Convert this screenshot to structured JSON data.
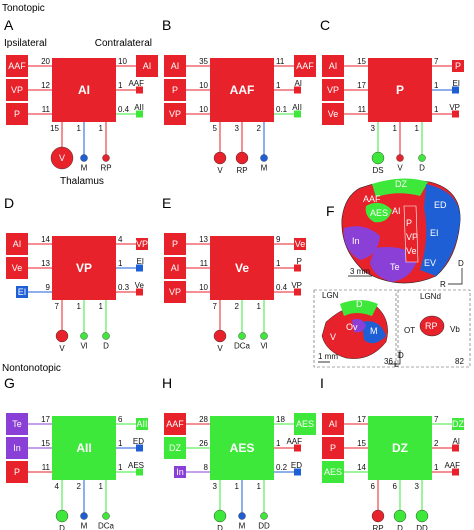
{
  "sections": {
    "tonotopic": "Tonotopic",
    "nontonotopic": "Nontonotopic"
  },
  "colors": {
    "red": "#e8222a",
    "green": "#3ee83a",
    "blue": "#1f5fd6",
    "purple": "#8a3fd6",
    "line": "#e8222a"
  },
  "panel_labels": {
    "A": "A",
    "B": "B",
    "C": "C",
    "D": "D",
    "E": "E",
    "F": "F",
    "G": "G",
    "H": "H",
    "I": "I"
  },
  "panelA_extra": {
    "ipsilateral": "Ipsilateral",
    "contralateral": "Contralateral",
    "thalamus": "Thalamus"
  },
  "panels": {
    "A": {
      "main": "AI",
      "main_color": "red",
      "left": [
        {
          "label": "AAF",
          "value": "20",
          "color": "red"
        },
        {
          "label": "VP",
          "value": "12",
          "color": "red"
        },
        {
          "label": "P",
          "value": "11",
          "color": "red"
        }
      ],
      "right": [
        {
          "label": "AI",
          "value": "10",
          "color": "red"
        },
        {
          "label": "AAF",
          "value": "1",
          "color": "red"
        },
        {
          "label": "AII",
          "value": "0.4",
          "color": "green"
        }
      ],
      "bottom": [
        {
          "label": "V",
          "value": "15",
          "color": "red"
        },
        {
          "label": "M",
          "value": "1",
          "color": "blue"
        },
        {
          "label": "RP",
          "value": "1",
          "color": "red"
        }
      ]
    },
    "B": {
      "main": "AAF",
      "main_color": "red",
      "left": [
        {
          "label": "AI",
          "value": "35",
          "color": "red"
        },
        {
          "label": "P",
          "value": "10",
          "color": "red"
        },
        {
          "label": "VP",
          "value": "10",
          "color": "red"
        }
      ],
      "right": [
        {
          "label": "AAF",
          "value": "11",
          "color": "red"
        },
        {
          "label": "AI",
          "value": "1",
          "color": "red"
        },
        {
          "label": "AII",
          "value": "0.1",
          "color": "green"
        }
      ],
      "bottom": [
        {
          "label": "V",
          "value": "5",
          "color": "red"
        },
        {
          "label": "RP",
          "value": "3",
          "color": "red"
        },
        {
          "label": "M",
          "value": "2",
          "color": "blue"
        }
      ]
    },
    "C": {
      "main": "P",
      "main_color": "red",
      "left": [
        {
          "label": "AI",
          "value": "15",
          "color": "red"
        },
        {
          "label": "VP",
          "value": "17",
          "color": "red"
        },
        {
          "label": "Ve",
          "value": "11",
          "color": "red"
        }
      ],
      "right": [
        {
          "label": "P",
          "value": "7",
          "color": "red"
        },
        {
          "label": "EI",
          "value": "1",
          "color": "blue"
        },
        {
          "label": "VP",
          "value": "1",
          "color": "red"
        }
      ],
      "bottom": [
        {
          "label": "DS",
          "value": "3",
          "color": "green"
        },
        {
          "label": "V",
          "value": "1",
          "color": "red"
        },
        {
          "label": "D",
          "value": "1",
          "color": "green"
        }
      ]
    },
    "D": {
      "main": "VP",
      "main_color": "red",
      "left": [
        {
          "label": "AI",
          "value": "14",
          "color": "red"
        },
        {
          "label": "Ve",
          "value": "13",
          "color": "red"
        },
        {
          "label": "EI",
          "value": "9",
          "color": "blue"
        }
      ],
      "right": [
        {
          "label": "VP",
          "value": "4",
          "color": "red"
        },
        {
          "label": "EI",
          "value": "1",
          "color": "blue"
        },
        {
          "label": "Ve",
          "value": "0.3",
          "color": "red"
        }
      ],
      "bottom": [
        {
          "label": "V",
          "value": "7",
          "color": "red"
        },
        {
          "label": "Vl",
          "value": "1",
          "color": "green"
        },
        {
          "label": "D",
          "value": "1",
          "color": "green"
        }
      ]
    },
    "E": {
      "main": "Ve",
      "main_color": "red",
      "left": [
        {
          "label": "P",
          "value": "13",
          "color": "red"
        },
        {
          "label": "AI",
          "value": "11",
          "color": "red"
        },
        {
          "label": "VP",
          "value": "10",
          "color": "red"
        }
      ],
      "right": [
        {
          "label": "Ve",
          "value": "9",
          "color": "red"
        },
        {
          "label": "P",
          "value": "1",
          "color": "red"
        },
        {
          "label": "VP",
          "value": "0.4",
          "color": "red"
        }
      ],
      "bottom": [
        {
          "label": "V",
          "value": "7",
          "color": "red"
        },
        {
          "label": "DCa",
          "value": "2",
          "color": "green"
        },
        {
          "label": "Vl",
          "value": "1",
          "color": "green"
        }
      ]
    },
    "G": {
      "main": "AII",
      "main_color": "green",
      "left": [
        {
          "label": "Te",
          "value": "17",
          "color": "purple"
        },
        {
          "label": "In",
          "value": "15",
          "color": "purple"
        },
        {
          "label": "P",
          "value": "11",
          "color": "red"
        }
      ],
      "right": [
        {
          "label": "AII",
          "value": "6",
          "color": "green"
        },
        {
          "label": "ED",
          "value": "1",
          "color": "blue"
        },
        {
          "label": "AES",
          "value": "1",
          "color": "green"
        }
      ],
      "bottom": [
        {
          "label": "D",
          "value": "4",
          "color": "green"
        },
        {
          "label": "M",
          "value": "2",
          "color": "blue"
        },
        {
          "label": "DCa",
          "value": "1",
          "color": "green"
        }
      ]
    },
    "H": {
      "main": "AES",
      "main_color": "green",
      "left": [
        {
          "label": "AAF",
          "value": "28",
          "color": "red"
        },
        {
          "label": "DZ",
          "value": "26",
          "color": "green"
        },
        {
          "label": "In",
          "value": "8",
          "color": "purple"
        }
      ],
      "right": [
        {
          "label": "AES",
          "value": "18",
          "color": "green"
        },
        {
          "label": "AAF",
          "value": "1",
          "color": "red"
        },
        {
          "label": "ED",
          "value": "0.2",
          "color": "blue"
        }
      ],
      "bottom": [
        {
          "label": "D",
          "value": "3",
          "color": "green"
        },
        {
          "label": "M",
          "value": "1",
          "color": "blue"
        },
        {
          "label": "DD",
          "value": "1",
          "color": "green"
        }
      ]
    },
    "I": {
      "main": "DZ",
      "main_color": "green",
      "left": [
        {
          "label": "AI",
          "value": "17",
          "color": "red"
        },
        {
          "label": "P",
          "value": "15",
          "color": "red"
        },
        {
          "label": "AES",
          "value": "14",
          "color": "green"
        }
      ],
      "right": [
        {
          "label": "DZ",
          "value": "7",
          "color": "green"
        },
        {
          "label": "AI",
          "value": "2",
          "color": "red"
        },
        {
          "label": "AAF",
          "value": "1",
          "color": "red"
        }
      ],
      "bottom": [
        {
          "label": "RP",
          "value": "6",
          "color": "red"
        },
        {
          "label": "D",
          "value": "6",
          "color": "green"
        },
        {
          "label": "DD",
          "value": "3",
          "color": "green"
        }
      ]
    }
  },
  "panelF": {
    "cortex_areas": [
      "DZ",
      "AI",
      "AAF",
      "AES",
      "P",
      "VP",
      "Ve",
      "ED",
      "EI",
      "EV",
      "In",
      "Te"
    ],
    "scale_top": "3 mm",
    "orient_top": {
      "r": "R",
      "d": "D"
    },
    "thal_left": {
      "lgn": "LGN",
      "areas": [
        "D",
        "V",
        "Ov",
        "M"
      ],
      "scale": "1 mm",
      "number": "36",
      "orient_d": "D",
      "orient_l": "L"
    },
    "thal_right": {
      "lgnd": "LGNd",
      "ot": "OT",
      "rp": "RP",
      "vb": "Vb",
      "number": "82"
    }
  }
}
